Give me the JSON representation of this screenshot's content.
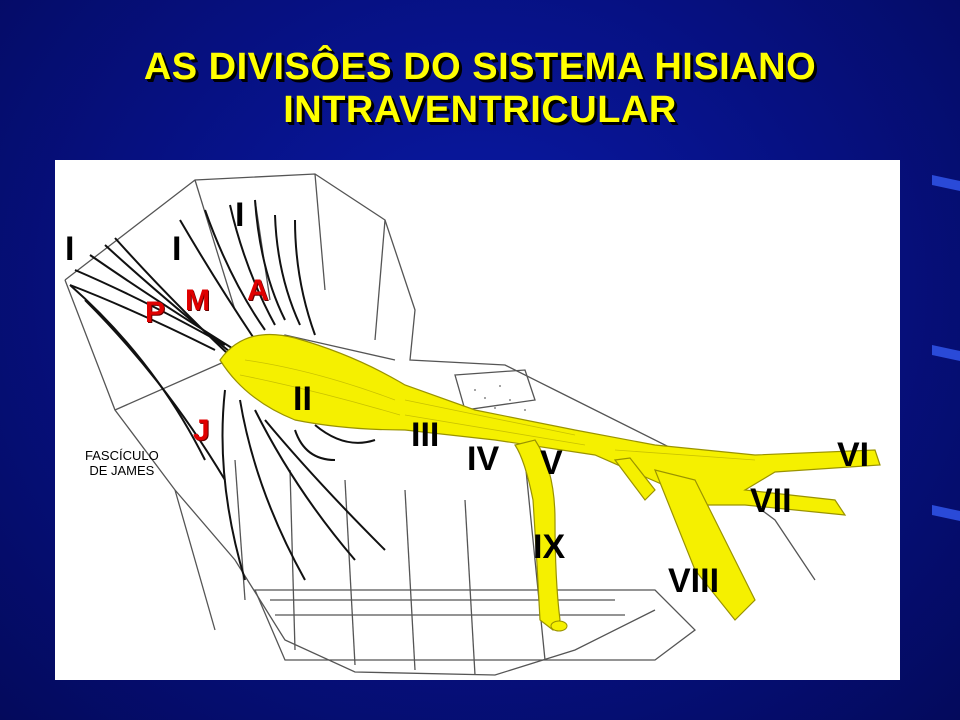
{
  "title": {
    "line1": "AS DIVISÔES DO SISTEMA HISIANO",
    "line2": "INTRAVENTRICULAR"
  },
  "labels": {
    "roman_i_left": "I",
    "roman_i_mid": "I",
    "roman_i_top": "I",
    "roman_ii": "II",
    "roman_iii": "III",
    "roman_iv": "IV",
    "roman_v": "V",
    "roman_vi": "VI",
    "roman_vii": "VII",
    "roman_viii": "VIII",
    "roman_ix": "IX",
    "letter_p": "P",
    "letter_m": "M",
    "letter_a": "A",
    "letter_j": "J",
    "james_line1": "FASCÍCULO",
    "james_line2": "DE JAMES"
  },
  "colors": {
    "background": "#061080",
    "title": "#ffff00",
    "bundle": "#f5f000",
    "letters": "#e00000"
  }
}
